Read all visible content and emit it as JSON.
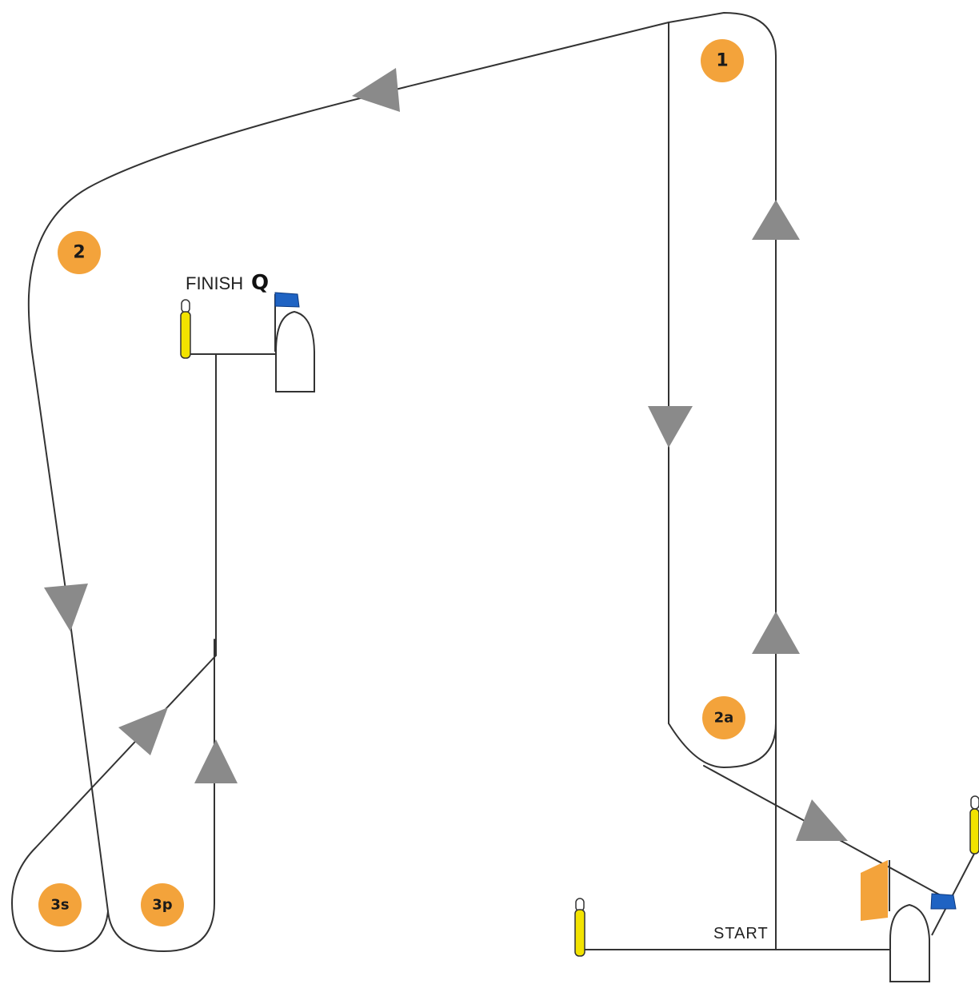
{
  "marks": [
    {
      "id": "1",
      "label": "1"
    },
    {
      "id": "2",
      "label": "2"
    },
    {
      "id": "2a",
      "label": "2a"
    },
    {
      "id": "3s",
      "label": "3s"
    },
    {
      "id": "3p",
      "label": "3p"
    }
  ],
  "finish": {
    "label": "FINISH",
    "flag_letter": "Q"
  },
  "start": {
    "label": "START"
  },
  "colors": {
    "mark": "#f3a33b",
    "arrow": "#8a8a8a",
    "buoy": "#f2e300",
    "flag_blue": "#1f63c3",
    "flag_orange": "#f3a33b"
  }
}
